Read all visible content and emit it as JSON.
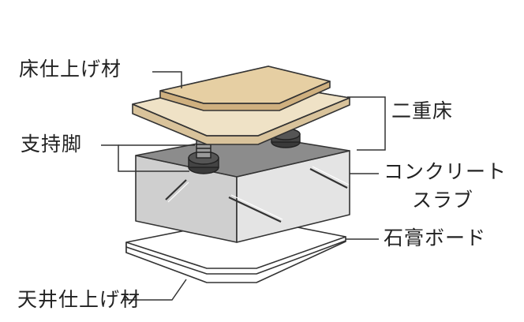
{
  "labels": {
    "floor_finish": "床仕上げ材",
    "double_floor": "二重床",
    "support_leg": "支持脚",
    "concrete_slab_line1": "コンクリート",
    "concrete_slab_line2": "スラブ",
    "gypsum_board": "石膏ボード",
    "ceiling_finish": "天井仕上げ材"
  },
  "colors": {
    "floor_top": "#e6cfa3",
    "floor_edge": "#cfb07f",
    "subfloor_top": "#efe2c6",
    "slab_top": "#8c8c8c",
    "slab_left": "#cfcfcf",
    "slab_right": "#e4e4e4",
    "line": "#333333"
  }
}
